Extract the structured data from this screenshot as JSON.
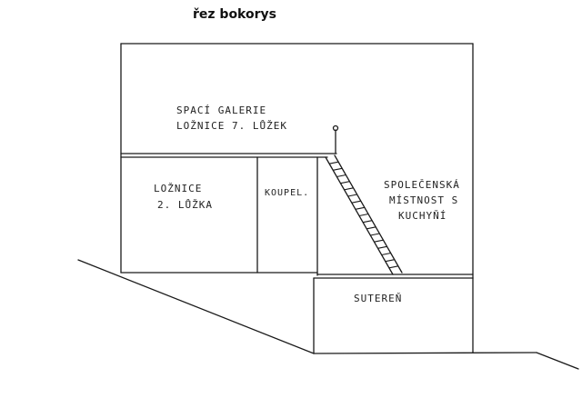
{
  "title": "řez bokorys",
  "labels": {
    "gallery_line1": "SPACÍ GALERIE",
    "gallery_line2": "LOŽNICE 7. LŮŽEK",
    "bedroom_line1": "LOŽNICE",
    "bedroom_line2": "2. LŮŽKA",
    "bathroom": "KOUPEL.",
    "living_line1": "SPOLEČENSKÁ",
    "living_line2": "MÍSTNOST S",
    "living_line3": "KUCHYŇÍ",
    "basement": "SUTEREŇ"
  },
  "colors": {
    "ink": "#1a1a1a",
    "background": "#ffffff"
  }
}
